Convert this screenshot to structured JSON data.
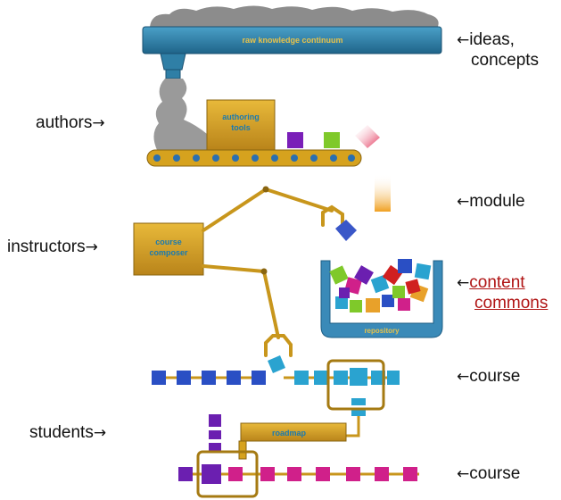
{
  "diagram": {
    "boxes": {
      "knowledge": "raw knowledge continuum",
      "authoring_line1": "authoring",
      "authoring_line2": "tools",
      "composer_line1": "course",
      "composer_line2": "composer",
      "repository": "repository",
      "roadmap": "roadmap"
    },
    "labels": {
      "ideas_line1": "ideas,",
      "ideas_line2": "concepts",
      "authors": "authors",
      "module": "module",
      "instructors": "instructors",
      "content_commons_line1": "content",
      "content_commons_line2": "commons",
      "course_top": "course",
      "students": "students",
      "course_bottom": "course"
    },
    "arrows": {
      "left": "←",
      "right": "→"
    },
    "colors": {
      "knowledge_bar": "#2f7fa6",
      "gold": "#d6a21e",
      "gold_border": "#8a6510",
      "cloud": "#9a9a9a",
      "link": "#b01414",
      "blue_block": "#2a4fc4",
      "cyan_block": "#2aa3d0",
      "magenta_block": "#d0208a",
      "purple_block": "#6b1fb0"
    }
  }
}
